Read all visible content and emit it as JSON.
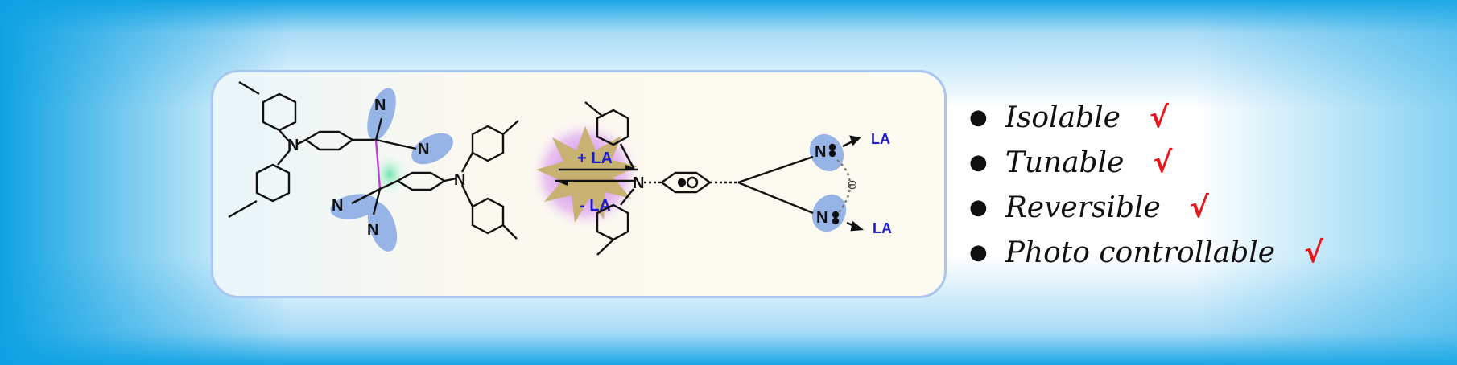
{
  "scheme": {
    "atoms": {
      "nitrogen": "N"
    },
    "arrow_forward_label": "+ LA",
    "arrow_reverse_label": "- LA",
    "lewis_acid": "LA",
    "charge": "⊖"
  },
  "features": [
    {
      "label": "Isolable",
      "check": "√"
    },
    {
      "label": "Tunable",
      "check": "√"
    },
    {
      "label": "Reversible",
      "check": "√"
    },
    {
      "label": "Photo controllable",
      "check": "√"
    }
  ],
  "colors": {
    "check": "#e8151b",
    "la_text": "#1b1bd0",
    "highlight_blue": "#97b4e6",
    "glow_purple": "#c16ae3",
    "star_gold": "#c7b272"
  }
}
